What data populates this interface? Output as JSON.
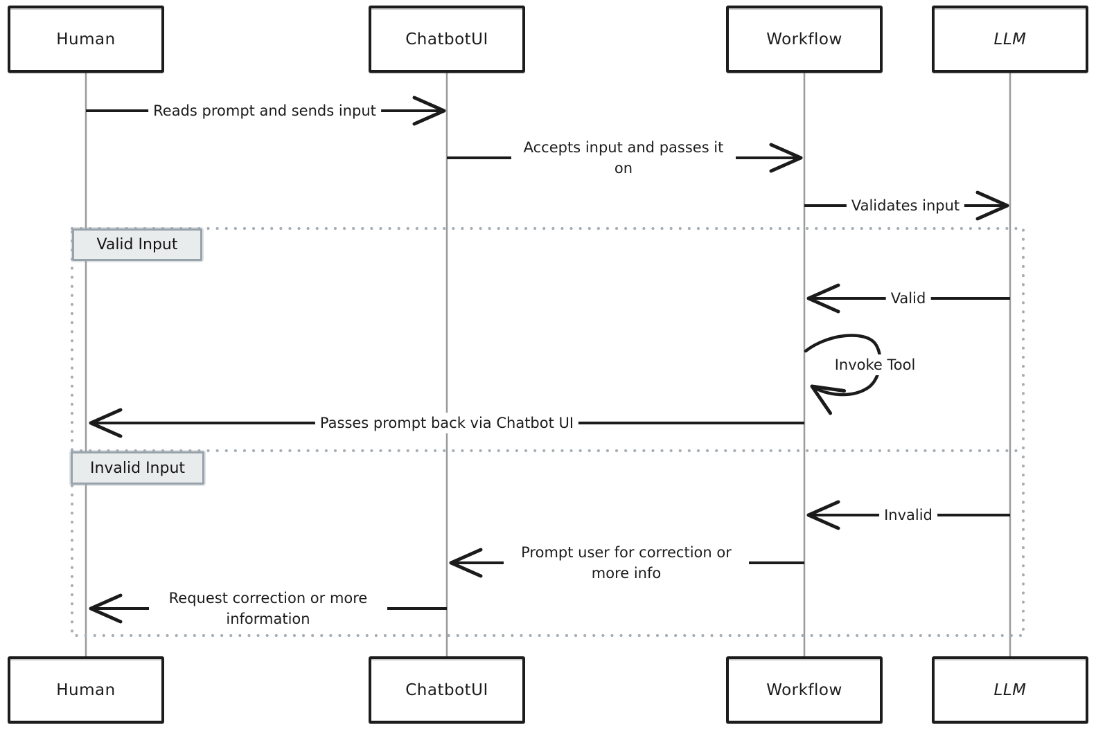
{
  "participants": [
    {
      "name": "Human"
    },
    {
      "name": "ChatbotUI"
    },
    {
      "name": "Workflow"
    },
    {
      "name": "LLM"
    }
  ],
  "messages": [
    {
      "label": "Reads prompt and sends input",
      "from": "Human",
      "to": "ChatbotUI"
    },
    {
      "label": "Accepts input and passes it on",
      "from": "ChatbotUI",
      "to": "Workflow"
    },
    {
      "label": "Validates input",
      "from": "Workflow",
      "to": "LLM"
    },
    {
      "label": "Valid",
      "from": "LLM",
      "to": "Workflow"
    },
    {
      "label": "Invoke Tool",
      "from": "Workflow",
      "to": "Workflow"
    },
    {
      "label": "Passes prompt back via Chatbot UI",
      "from": "Workflow",
      "to": "Human"
    },
    {
      "label": "Invalid",
      "from": "LLM",
      "to": "Workflow"
    },
    {
      "label": "Prompt user for correction or more info",
      "from": "Workflow",
      "to": "ChatbotUI"
    },
    {
      "label": "Request correction or more information",
      "from": "ChatbotUI",
      "to": "Human"
    }
  ],
  "frames": [
    {
      "label": "Valid Input"
    },
    {
      "label": "Invalid Input"
    }
  ],
  "colors": {
    "stroke": "#1c1c1c",
    "lifeline": "#9a9a9a",
    "frame_border": "#a4adb4",
    "frame_label_bg": "#e9eced",
    "frame_label_border": "#98a2aa",
    "background": "#ffffff"
  }
}
